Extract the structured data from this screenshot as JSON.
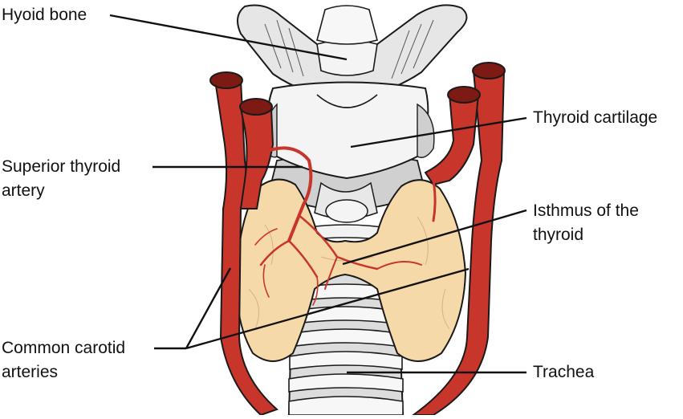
{
  "labels": {
    "hyoid_bone": "Hyoid bone",
    "superior_thyroid_artery": [
      "Superior thyroid",
      "artery"
    ],
    "common_carotid_arteries": [
      "Common carotid",
      "arteries"
    ],
    "thyroid_cartilage": "Thyroid cartilage",
    "isthmus": [
      "Isthmus of the",
      "thyroid"
    ],
    "trachea": "Trachea"
  },
  "colors": {
    "artery": "#c8352b",
    "artery_dark": "#7d1a14",
    "thyroid_gland": "#f6d9a8",
    "cartilage": "#f2f2f2",
    "bone": "#e6e6e6",
    "outline": "#1a1a1a",
    "leader_line": "#111111"
  }
}
